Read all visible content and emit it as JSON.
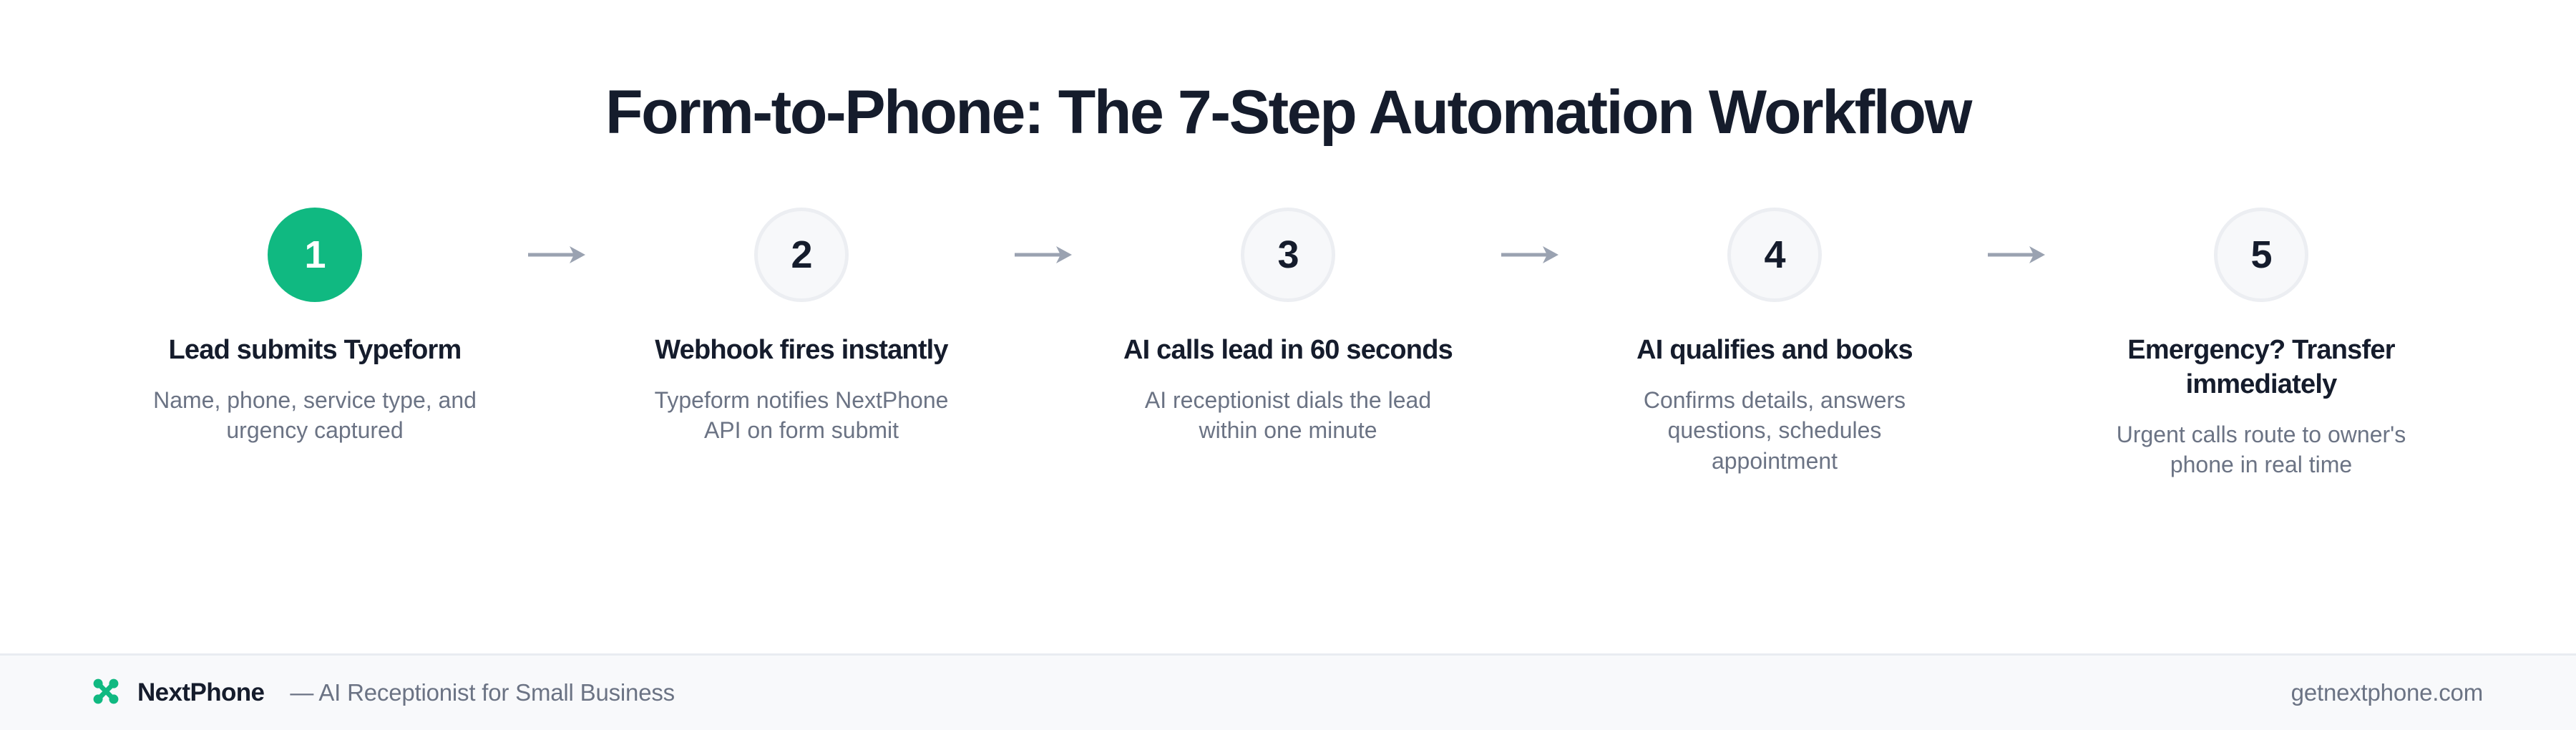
{
  "header": {
    "title": "Form-to-Phone: The 7-Step Automation Workflow"
  },
  "colors": {
    "accent_green": "#10b981",
    "ink": "#151c2c",
    "muted": "#6b7384",
    "circle_inactive_bg": "#f7f8fa",
    "circle_inactive_border": "#eceef2",
    "arrow": "#9aa2b1",
    "footer_bg": "#f8f9fb",
    "footer_border": "#e9ecf1",
    "page_bg": "#ffffff"
  },
  "steps": [
    {
      "number": "1",
      "state": "active",
      "title": "Lead submits Typeform",
      "desc": "Name, phone, service type, and urgency captured"
    },
    {
      "number": "2",
      "state": "inactive",
      "title": "Webhook fires instantly",
      "desc": "Typeform notifies NextPhone API on form submit"
    },
    {
      "number": "3",
      "state": "inactive",
      "title": "AI calls lead in 60 seconds",
      "desc": "AI receptionist dials the lead within one minute"
    },
    {
      "number": "4",
      "state": "inactive",
      "title": "AI qualifies and books",
      "desc": "Confirms details, answers questions, schedules appointment"
    },
    {
      "number": "5",
      "state": "inactive",
      "title": "Emergency? Transfer immediately",
      "desc": "Urgent calls route to owner's phone in real time"
    }
  ],
  "connectors": [
    {
      "icon": "arrow-right-icon"
    },
    {
      "icon": "arrow-right-icon"
    },
    {
      "icon": "arrow-right-icon"
    },
    {
      "icon": "arrow-right-icon"
    }
  ],
  "footer": {
    "logo_icon": "clover-x-logo-icon",
    "brand_name": "NextPhone",
    "brand_tagline": "— AI Receptionist for Small Business",
    "url": "getnextphone.com"
  }
}
